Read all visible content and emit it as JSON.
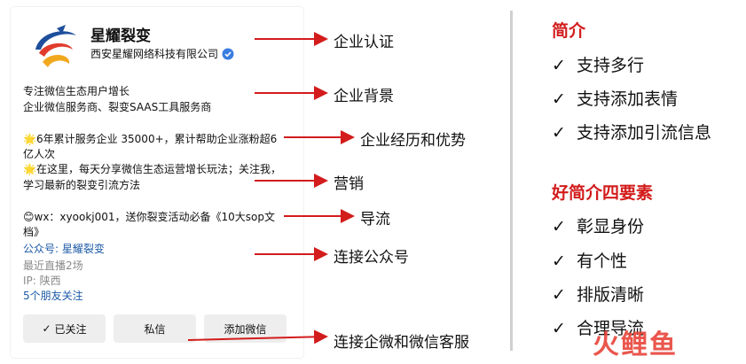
{
  "profile": {
    "name": "星耀裂变",
    "full_name": "西安星耀网络科技有限公司",
    "bio": {
      "line1": "专注微信生态用户增长",
      "line2": "企业微信服务商、裂变SAAS工具服务商",
      "line3": "6年累计服务企业 35000+，累计帮助企业涨粉超6",
      "line4": "亿人次",
      "line5": "在这里，每天分享微信生态运营增长玩法；关注我，",
      "line6": "学习最新的裂变引流方法",
      "line7": "wx：xyookj001，送你裂变活动必备《10大sop文",
      "line8": "档》"
    },
    "official_account": "公众号: 星耀裂变",
    "live": "最近直播2场",
    "ip": "IP: 陕西",
    "friends": "5个朋友关注",
    "buttons": {
      "followed": "已关注",
      "message": "私信",
      "add_wechat": "添加微信"
    }
  },
  "annotations": {
    "verify": "企业认证",
    "background": "企业背景",
    "experience": "企业经历和优势",
    "marketing": "营销",
    "traffic": "导流",
    "link_account": "连接公众号",
    "link_service": "连接企微和微信客服"
  },
  "summary": {
    "intro_title": "简介",
    "intro_items": [
      "支持多行",
      "支持添加表情",
      "支持添加引流信息"
    ],
    "elements_title": "好简介四要素",
    "elements_items": [
      "彰显身份",
      "有个性",
      "排版清晰",
      "合理导流"
    ],
    "check_glyph": "✓"
  },
  "watermark": "火鲤鱼",
  "colors": {
    "accent_red": "#d31c1c",
    "link_blue": "#1d5aa7",
    "verify_blue": "#3a7de0"
  }
}
